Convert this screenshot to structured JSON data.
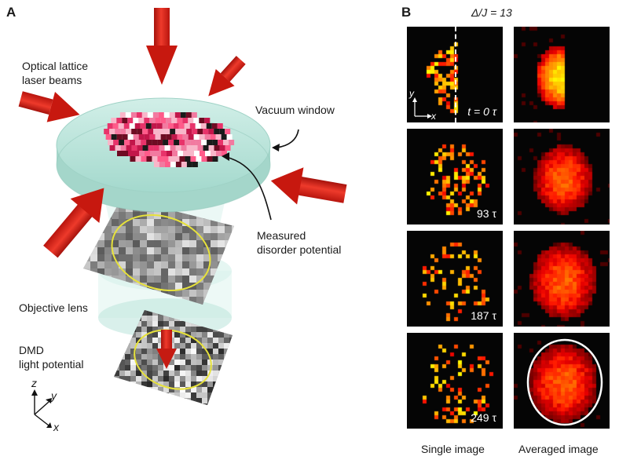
{
  "panel_a": {
    "letter": "A",
    "labels": {
      "lattice_beams_1": "Optical lattice",
      "lattice_beams_2": "laser beams",
      "vacuum_window": "Vacuum window",
      "disorder_1": "Measured",
      "disorder_2": "disorder potential",
      "objective": "Objective lens",
      "dmd_1": "DMD",
      "dmd_2": "light potential",
      "axis_x": "x",
      "axis_y": "y",
      "axis_z": "z"
    },
    "colors": {
      "beam": "#e8261c",
      "window": "#b8e3da",
      "ring": "#e7e23b"
    }
  },
  "panel_b": {
    "letter": "B",
    "header": "Δ/J = 13",
    "col_single": "Single image",
    "col_avg": "Averaged image",
    "axis_x": "x",
    "axis_y": "y",
    "rows": [
      {
        "time": "t = 0 τ"
      },
      {
        "time": "93 τ"
      },
      {
        "time": "187 τ"
      },
      {
        "time": "249 τ"
      }
    ]
  }
}
